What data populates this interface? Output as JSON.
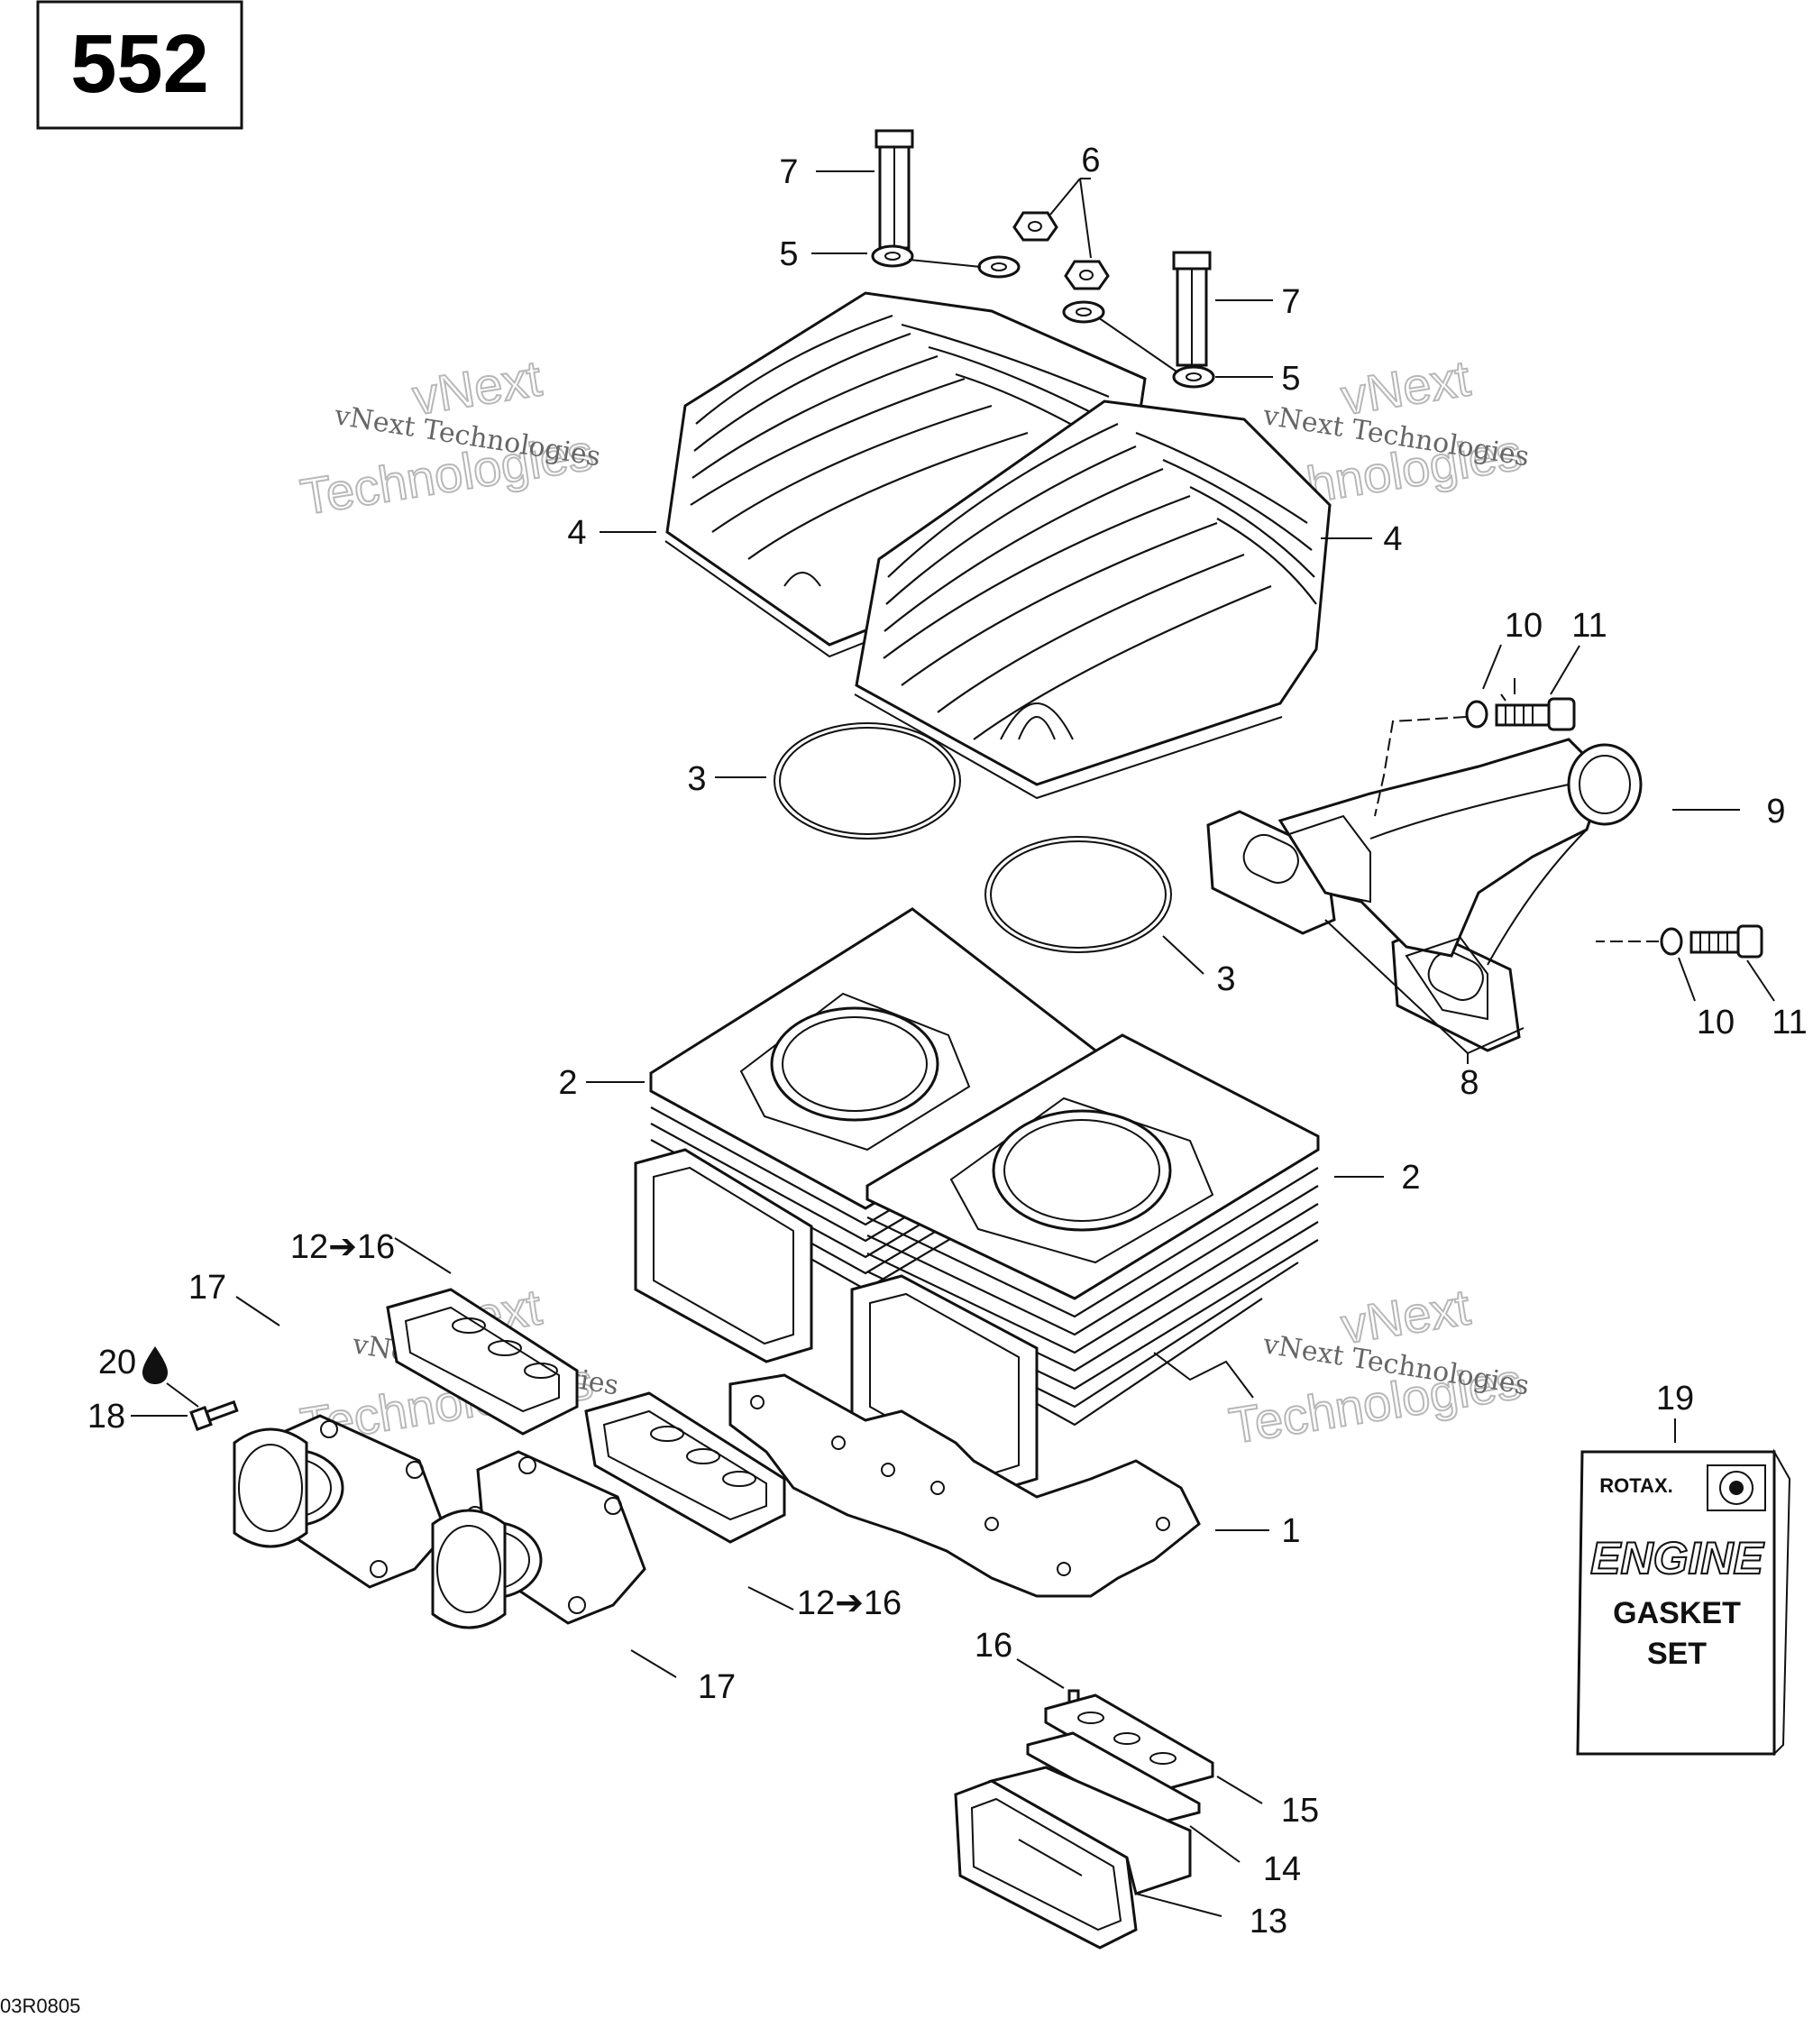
{
  "page_number": "552",
  "figure_code": "03R0805",
  "watermark": {
    "small": "vNext Technologies",
    "large_line1": "vNext",
    "large_line2": "Technologies"
  },
  "callouts": {
    "c1": "1",
    "c2a": "2",
    "c2b": "2",
    "c3a": "3",
    "c3b": "3",
    "c4a": "4",
    "c4b": "4",
    "c5a": "5",
    "c5b": "5",
    "c6": "6",
    "c7a": "7",
    "c7b": "7",
    "c8": "8",
    "c9": "9",
    "c10a": "10",
    "c10b": "10",
    "c11a": "11",
    "c11b": "11",
    "c12a": "12➔16",
    "c12b": "12➔16",
    "c13": "13",
    "c14": "14",
    "c15": "15",
    "c16": "16",
    "c17a": "17",
    "c17b": "17",
    "c18": "18",
    "c19": "19",
    "c20": "20"
  },
  "gasket_set": {
    "brand": "ROTAX.",
    "line1": "ENGINE",
    "line2": "GASKET",
    "line3": "SET"
  },
  "icons": {
    "c20_symbol": "oil-drop-icon"
  }
}
